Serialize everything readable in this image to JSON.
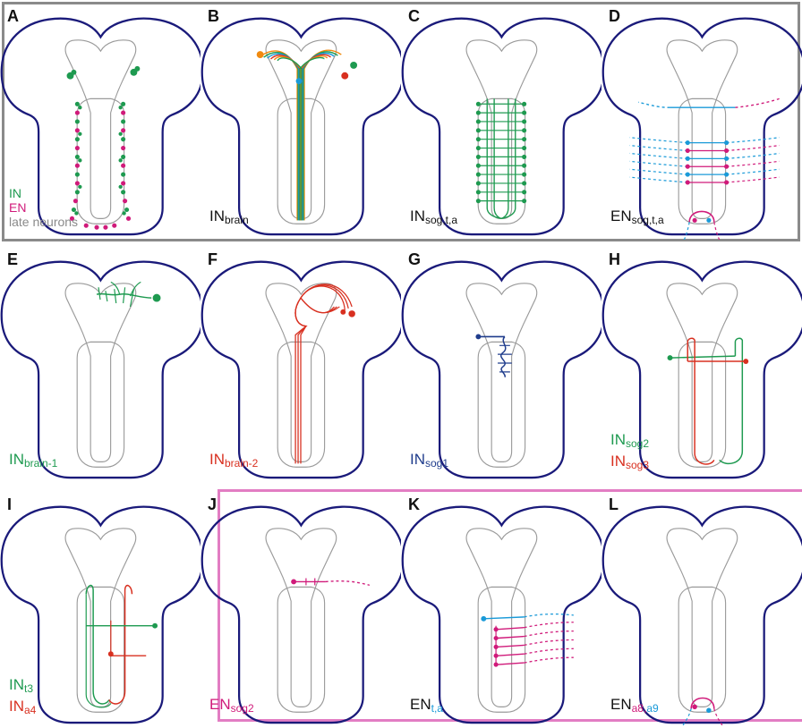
{
  "colors": {
    "outline": "#1a1a7a",
    "inner": "#9a9a9a",
    "green": "#1e9a50",
    "magenta": "#d01a7a",
    "cyan": "#1a9ad8",
    "red": "#d83020",
    "navy": "#1f3c8c",
    "orange": "#f08a10",
    "gray_text": "#8a8a8a"
  },
  "panels": [
    {
      "id": "A",
      "label": "A"
    },
    {
      "id": "B",
      "label": "B",
      "caption": {
        "main": "IN",
        "sub": "brain"
      }
    },
    {
      "id": "C",
      "label": "C",
      "caption": {
        "main": "IN",
        "sub": "sog,t,a"
      }
    },
    {
      "id": "D",
      "label": "D",
      "caption": {
        "main": "EN",
        "sub": "sog,t,a"
      }
    },
    {
      "id": "E",
      "label": "E",
      "caption": {
        "main": "IN",
        "sub": "brain-1"
      }
    },
    {
      "id": "F",
      "label": "F",
      "caption": {
        "main": "IN",
        "sub": "brain-2"
      }
    },
    {
      "id": "G",
      "label": "G",
      "caption": {
        "main": "IN",
        "sub": "sog1"
      }
    },
    {
      "id": "H",
      "label": "H",
      "caption1": {
        "main": "IN",
        "sub": "sog2"
      },
      "caption2": {
        "main": "IN",
        "sub": "sog3"
      }
    },
    {
      "id": "I",
      "label": "I",
      "caption1": {
        "main": "IN",
        "sub": "t3"
      },
      "caption2": {
        "main": "IN",
        "sub": "a4"
      }
    },
    {
      "id": "J",
      "label": "J",
      "caption": {
        "main": "EN",
        "sub": "sog2"
      }
    },
    {
      "id": "K",
      "label": "K",
      "caption": {
        "main": "EN",
        "sub": "t,a"
      }
    },
    {
      "id": "L",
      "label": "L",
      "caption": {
        "main": "EN",
        "sub1": "a8,",
        "sub2": "a9"
      }
    }
  ],
  "legend": {
    "in": "IN",
    "en": "EN",
    "late": "late neurons"
  }
}
